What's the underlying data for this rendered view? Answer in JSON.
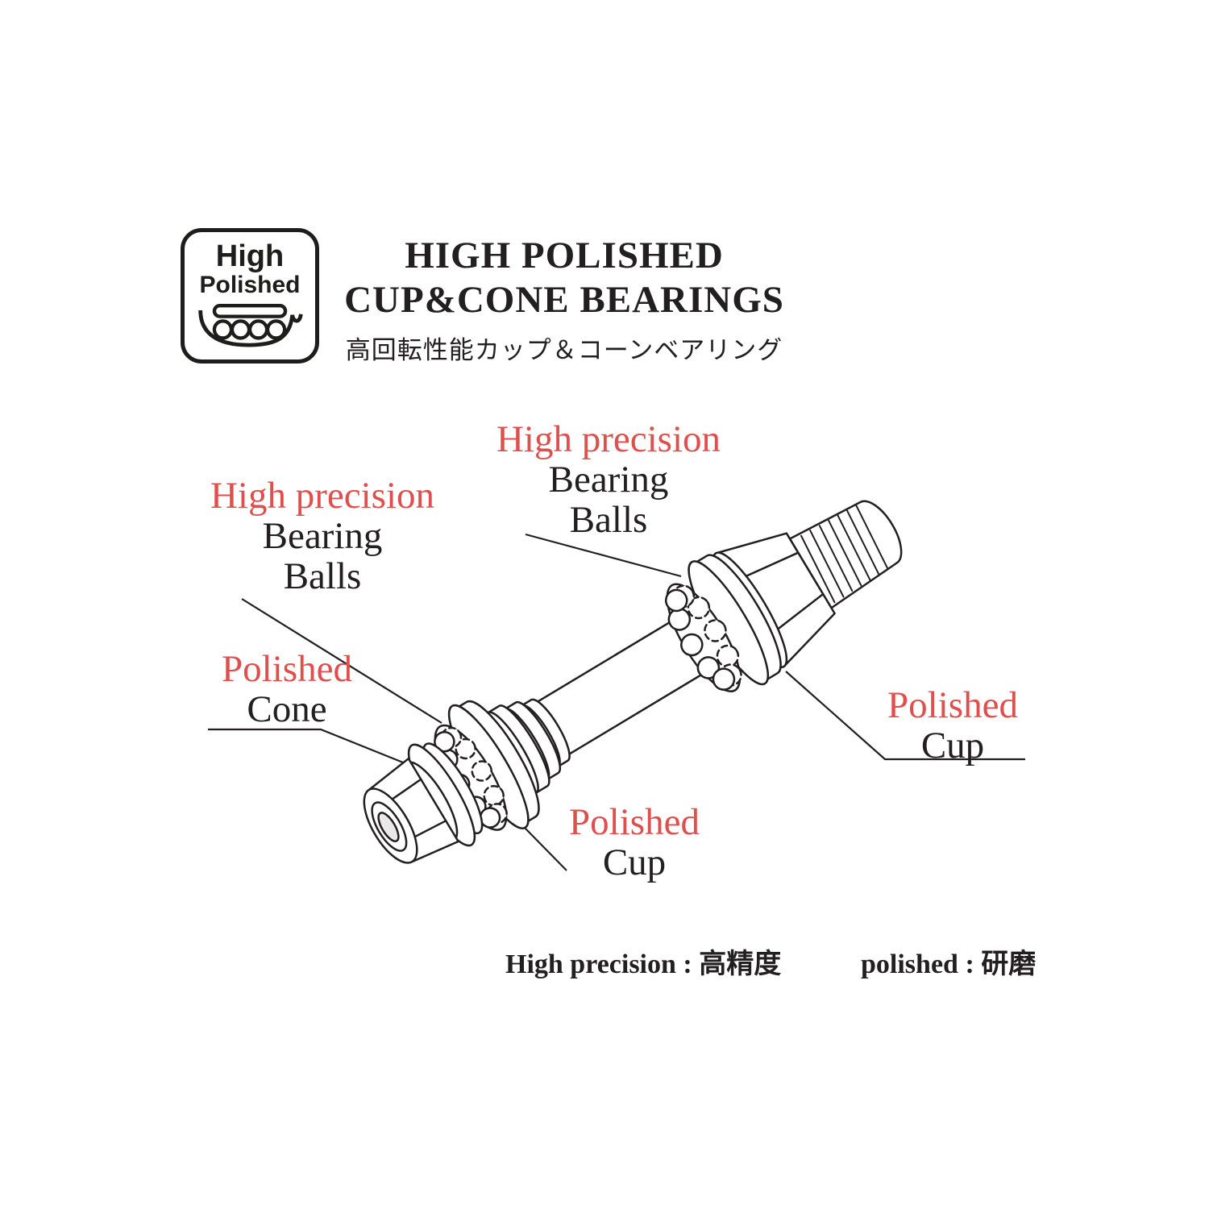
{
  "colors": {
    "accent_red": "#de4f4d",
    "ink": "#231f20",
    "background": "#ffffff"
  },
  "badge": {
    "line1": "High",
    "line2": "Polished",
    "icon": "bearing-cup-icon"
  },
  "header": {
    "title_line1": "HIGH POLISHED",
    "title_line2": "CUP&CONE BEARINGS",
    "subtitle_jp": "高回転性能カップ＆コーンベアリング"
  },
  "labels": {
    "balls_top": {
      "highlight": "High precision",
      "line1": "Bearing",
      "line2": "Balls"
    },
    "balls_left": {
      "highlight": "High precision",
      "line1": "Bearing",
      "line2": "Balls"
    },
    "cone_left": {
      "highlight": "Polished",
      "line1": "Cone"
    },
    "cup_right": {
      "highlight": "Polished",
      "line1": "Cup"
    },
    "cup_bottom": {
      "highlight": "Polished",
      "line1": "Cup"
    }
  },
  "legend": {
    "high_precision": "High precision : 高精度",
    "polished": "polished : 研磨"
  }
}
